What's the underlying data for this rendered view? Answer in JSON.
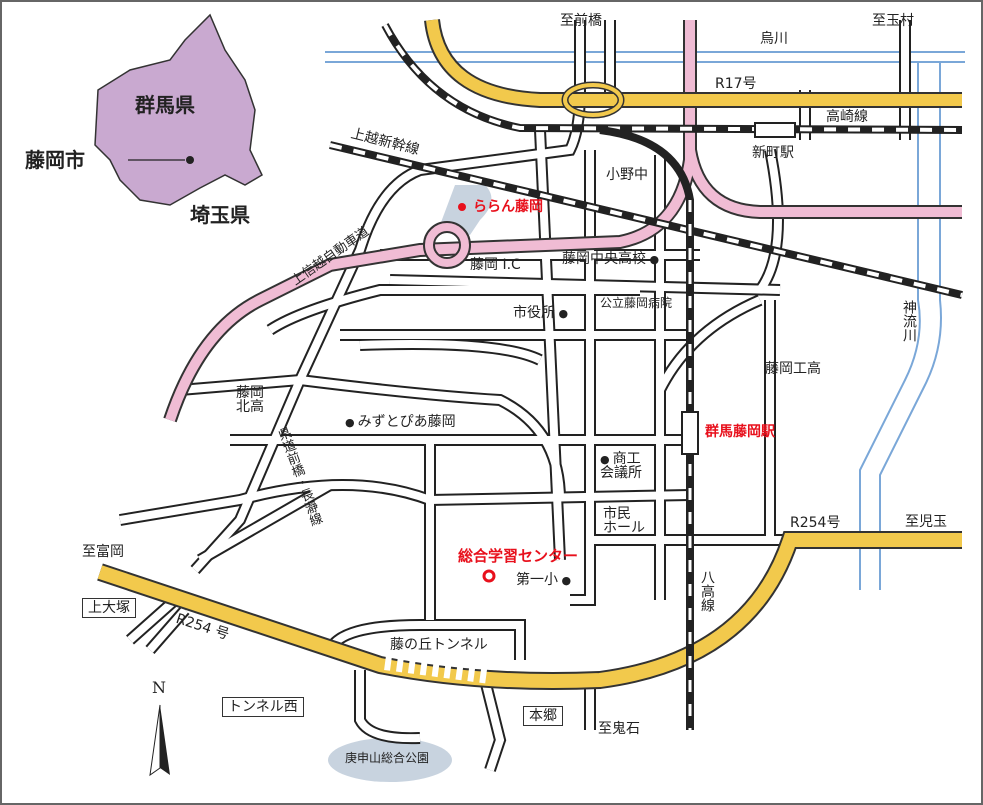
{
  "prefecture": {
    "name": "群馬県",
    "city": "藤岡市",
    "neighbor": "埼玉県"
  },
  "directions": {
    "to_maebashi": "至前橋",
    "to_tamamura": "至玉村",
    "to_tomioka": "至富岡",
    "to_kodama": "至児玉",
    "to_onishi": "至鬼石"
  },
  "rivers": {
    "karasu": "烏川",
    "kanna": "神流川"
  },
  "roads": {
    "r17": "R17号",
    "r254_east": "R254号",
    "r254_west": "R254 号",
    "expressway": "上信越自動車道",
    "prefectural": "県道前橋・長瀞線"
  },
  "rail": {
    "takasaki": "高崎線",
    "shinkansen": "上越新幹線",
    "hachiko": "八高線",
    "shinmachi_station": "新町駅",
    "gunma_fujioka_station": "群馬藤岡駅"
  },
  "landmarks": {
    "ono_jhs": "小野中",
    "raran": "ららん藤岡",
    "ic": "藤岡 I.C",
    "chuo_hs": "藤岡中央高校",
    "hospital": "公立藤岡病院",
    "city_hall": "市役所",
    "kita_hs": "藤岡\n北高",
    "mizutopia": "みずとぴあ藤岡",
    "chamber": "商工\n会議所",
    "civic_hall": "市民\nホール",
    "learning_center": "総合学習センター",
    "daiichi": "第一小",
    "tunnel": "藤の丘トンネル",
    "kamiotsuka": "上大塚",
    "tunnel_west": "トンネル西",
    "hongo": "本郷",
    "park": "庚申山総合公園",
    "kogyo_hs": "藤岡工高"
  },
  "compass": "N",
  "colors": {
    "highway": "#f2c94c",
    "expressway": "#f0bcd4",
    "prefecture": "#c9a9d0",
    "river": "#7aa7d8",
    "park": "#c8d3df",
    "accent": "#e8101c"
  }
}
